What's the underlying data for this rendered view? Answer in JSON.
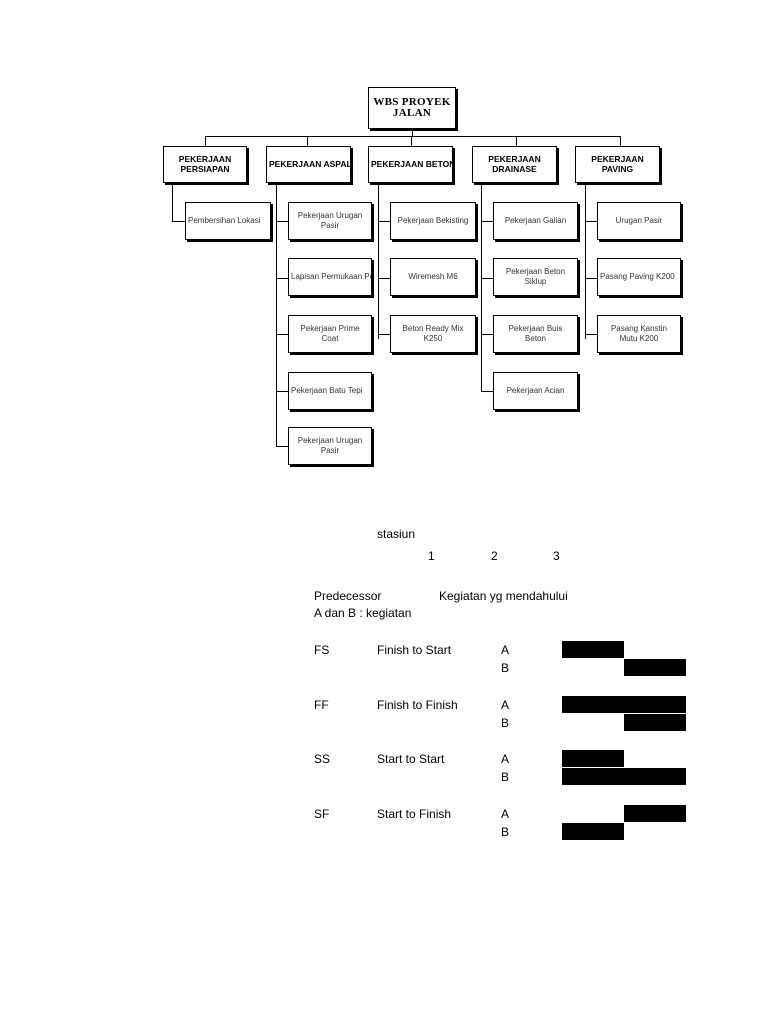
{
  "wbs": {
    "root": "WBS PROYEK\nJALAN",
    "categories": [
      {
        "label": "PEKERJAAN\nPERSIAPAN",
        "items": [
          "Pembersihan Lokasi"
        ]
      },
      {
        "label": "PEKERJAAN ASPAL",
        "items": [
          "Pekerjaan Urugan\nPasir",
          "Lapisan Permukaan\nPenetrasi Makadam",
          "Pekerjaan Prime\nCoat",
          "Pekerjaan Batu Tepi",
          "Pekerjaan Urugan\nPasir"
        ]
      },
      {
        "label": "PEKERJAAN BETON",
        "items": [
          "Pekerjaan Bekisting",
          "Wiremesh M6",
          "Beton Ready Mix\nK250"
        ]
      },
      {
        "label": "PEKERJAAN\nDRAINASE",
        "items": [
          "Pekerjaan Galian",
          "Pekerjaan Beton\nSiklup",
          "Pekerjaan Buis\nBeton",
          "Pekerjaan Acian"
        ]
      },
      {
        "label": "PEKERJAAN\nPAVING",
        "items": [
          "Urugan Pasir",
          "Pasang Paving K200",
          "Pasang Kanstin\nMutu K200"
        ]
      }
    ]
  },
  "notes": {
    "stasiun": "stasiun",
    "stations": [
      "1",
      "2",
      "3"
    ],
    "predecessor_label": "Predecessor",
    "predecessor_desc": "Kegiatan yg mendahului",
    "ab_note": "A dan B : kegiatan"
  },
  "relations": [
    {
      "code": "FS",
      "name": "Finish to Start",
      "a_label": "A",
      "b_label": "B",
      "a_span": [
        0,
        1
      ],
      "b_span": [
        1,
        2
      ]
    },
    {
      "code": "FF",
      "name": "Finish to Finish",
      "a_label": "A",
      "b_label": "B",
      "a_span": [
        0,
        2
      ],
      "b_span": [
        1,
        2
      ]
    },
    {
      "code": "SS",
      "name": "Start to Start",
      "a_label": "A",
      "b_label": "B",
      "a_span": [
        0,
        1
      ],
      "b_span": [
        0,
        2
      ]
    },
    {
      "code": "SF",
      "name": "Start to Finish",
      "a_label": "A",
      "b_label": "B",
      "a_span": [
        1,
        2
      ],
      "b_span": [
        0,
        1
      ]
    }
  ]
}
